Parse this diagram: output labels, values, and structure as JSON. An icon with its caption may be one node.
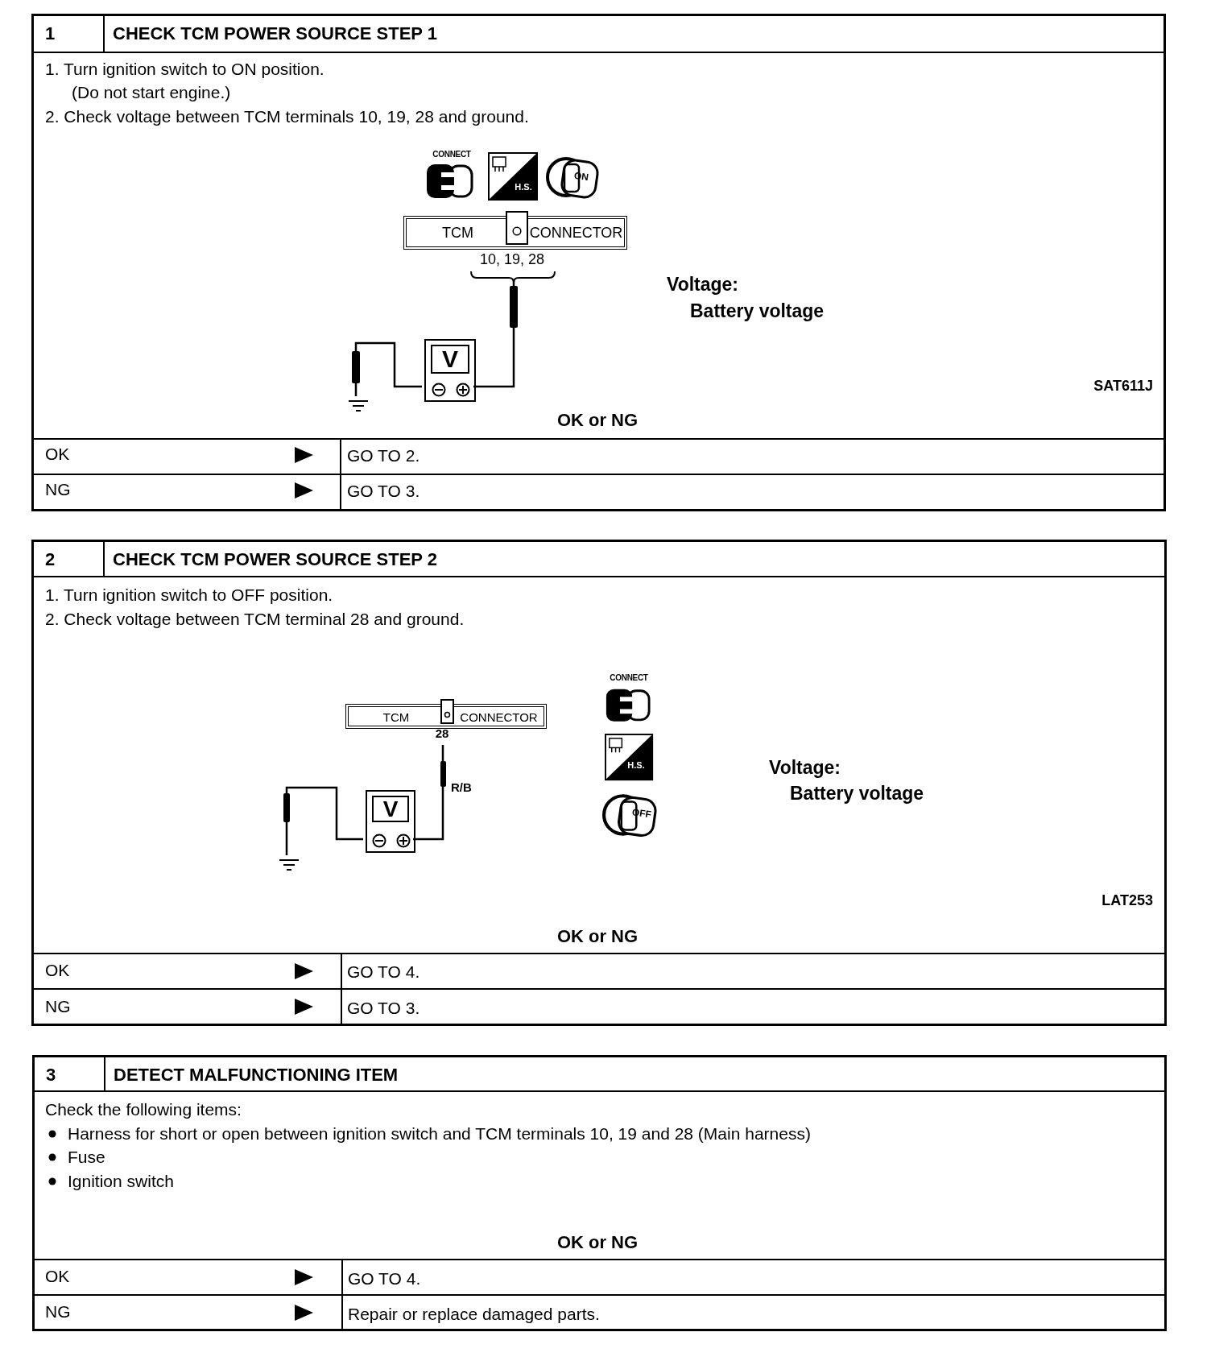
{
  "diagram": {
    "nodes": [
      {
        "text": [
          "1",
          "CHECK TCM POWER SOURCE STEP 1"
        ]
      },
      {
        "text": [
          "TCM",
          "CONNECTOR"
        ],
        "beside": [
          "10, 19, 28"
        ],
        "in": 0
      },
      {
        "text": [
          "V"
        ],
        "in": 0
      },
      {
        "text": [],
        "shape": "ground",
        "in": 0
      },
      {
        "text": [
          "2",
          "CHECK TCM POWER SOURCE STEP 2"
        ]
      },
      {
        "text": [
          "TCM",
          "CONNECTOR"
        ],
        "beside": [
          "28"
        ],
        "in": 4
      },
      {
        "text": [
          "V"
        ],
        "in": 4
      },
      {
        "text": [],
        "shape": "ground",
        "in": 4
      },
      {
        "text": [
          "3",
          "DETECT MALFUNCTIONING ITEM"
        ]
      }
    ],
    "edges": [
      {
        "from": 2,
        "to": 1,
        "arrow": "none"
      },
      {
        "from": 2,
        "to": 3,
        "arrow": "none"
      },
      {
        "from": 6,
        "to": 5,
        "arrow": "none"
      },
      {
        "from": 6,
        "to": 7,
        "arrow": "none"
      }
    ],
    "labels": [
      "1. Turn ignition switch to ON position.",
      "(Do not start engine.)",
      "2. Check voltage between TCM terminals 10, 19, 28 and ground.",
      "CONNECT",
      "H.S.",
      "ON",
      "Voltage:",
      "Battery voltage",
      "SAT611J",
      "OK or NG",
      "OK",
      "GO TO 2.",
      "NG",
      "GO TO 3.",
      "1. Turn ignition switch to OFF position.",
      "2. Check voltage between TCM terminal 28 and ground.",
      "R/B",
      "CONNECT",
      "H.S.",
      "OFF",
      "Voltage:",
      "Battery voltage",
      "LAT253",
      "OK or NG",
      "OK",
      "GO TO 4.",
      "NG",
      "GO TO 3.",
      "Check the following items:",
      "Harness for short or open between ignition switch and TCM terminals 10, 19 and 28 (Main harness)",
      "Fuse",
      "Ignition switch",
      "OK or NG",
      "OK",
      "GO TO 4.",
      "NG",
      "Repair or replace damaged parts."
    ]
  }
}
